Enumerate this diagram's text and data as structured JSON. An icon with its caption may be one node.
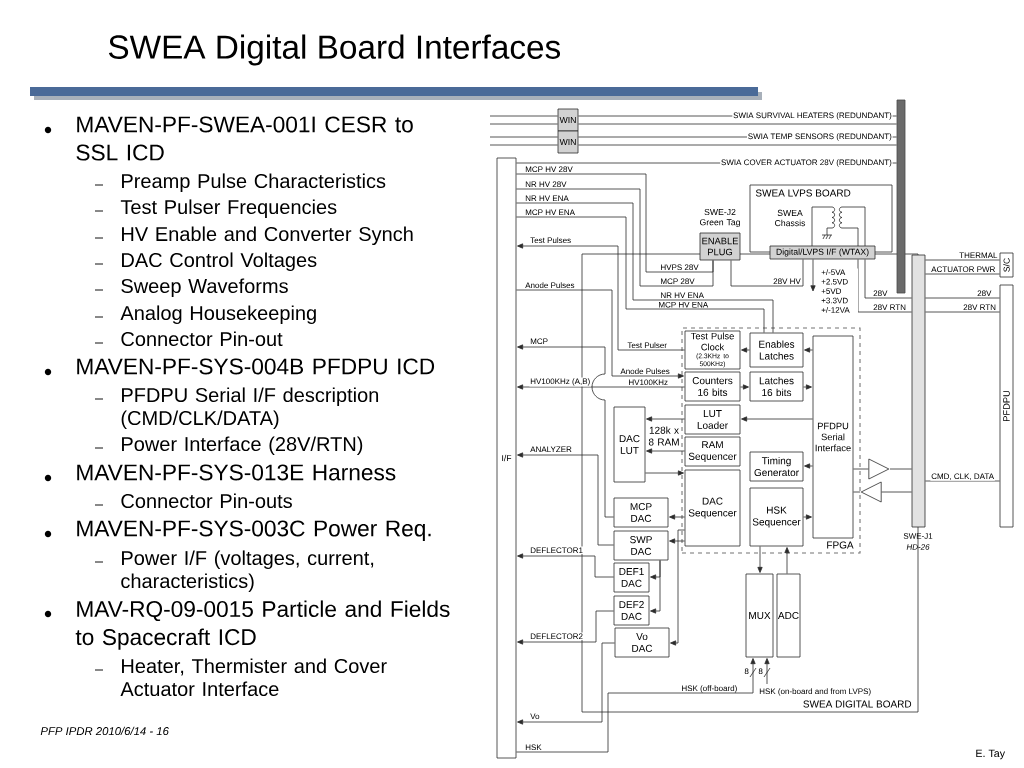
{
  "diagram": {
    "title": "SWEA Digital Board Interfaces",
    "nodes": [
      {
        "text": [
          "I/F"
        ]
      },
      {
        "text": [
          "WIN"
        ]
      },
      {
        "text": [
          "WIN"
        ]
      },
      {
        "text": [],
        "shape": "bar"
      },
      {
        "text": [
          "SWEA LVPS BOARD"
        ]
      },
      {
        "text": [
          "ENABLE PLUG"
        ],
        "beside": [
          "SWE-J2 Green Tag"
        ]
      },
      {
        "text": [
          "Digital/LVPS I/F (WTAX)"
        ]
      },
      {
        "text": [
          "S/C"
        ]
      },
      {
        "text": [],
        "shape": "bar",
        "beside": [
          "SWE-J1",
          "HD-26"
        ]
      },
      {
        "text": [
          "PFDPU"
        ]
      },
      {
        "text": [
          "SWEA DIGITAL BOARD"
        ]
      },
      {
        "text": [
          "FPGA"
        ],
        "in": 10
      },
      {
        "text": [
          "Test Pulse Clock",
          "(2.3KHz to 500KHz)"
        ],
        "in": 11
      },
      {
        "text": [
          "Enables Latches"
        ],
        "in": 11
      },
      {
        "text": [
          "Counters 16 bits"
        ],
        "in": 11
      },
      {
        "text": [
          "Latches 16 bits"
        ],
        "in": 11
      },
      {
        "text": [
          "LUT Loader"
        ],
        "in": 11
      },
      {
        "text": [
          "RAM Sequencer"
        ],
        "in": 11
      },
      {
        "text": [
          "Timing Generator"
        ],
        "in": 11
      },
      {
        "text": [
          "DAC Sequencer"
        ],
        "in": 11
      },
      {
        "text": [
          "HSK Sequencer"
        ],
        "in": 11
      },
      {
        "text": [
          "PFDPU Serial Interface"
        ],
        "in": 11
      },
      {
        "text": [
          "DAC LUT"
        ],
        "in": 10,
        "beside": [
          "128k x 8 RAM"
        ]
      },
      {
        "text": [
          "MCP DAC"
        ],
        "in": 10
      },
      {
        "text": [
          "SWP DAC"
        ],
        "in": 10
      },
      {
        "text": [
          "DEF1 DAC"
        ],
        "in": 10
      },
      {
        "text": [
          "DEF2 DAC"
        ],
        "in": 10
      },
      {
        "text": [
          "Vo DAC"
        ],
        "in": 10
      },
      {
        "text": [
          "MUX"
        ],
        "in": 10
      },
      {
        "text": [
          "ADC"
        ],
        "in": 10
      },
      {
        "text": [],
        "shape": "triangle",
        "in": 10
      },
      {
        "text": [],
        "shape": "triangle",
        "in": 10
      }
    ],
    "edges": [
      {
        "from": null,
        "to": 1,
        "arrow": "none"
      },
      {
        "from": null,
        "to": 1,
        "arrow": "none"
      },
      {
        "from": 1,
        "to": 3,
        "arrow": "none",
        "label": "SWIA SURVIVAL HEATERS (REDUNDANT)"
      },
      {
        "from": 1,
        "to": 3,
        "arrow": "none"
      },
      {
        "from": null,
        "to": 2,
        "arrow": "none"
      },
      {
        "from": null,
        "to": 2,
        "arrow": "none"
      },
      {
        "from": 2,
        "to": 3,
        "arrow": "none",
        "label": "SWIA TEMP SENSORS (REDUNDANT)"
      },
      {
        "from": 2,
        "to": 3,
        "arrow": "none"
      },
      {
        "from": 0,
        "to": 3,
        "arrow": "none",
        "label": "SWIA COVER ACTUATOR 28V (REDUNDANT)"
      },
      {
        "from": 0,
        "to": 5,
        "arrow": "none",
        "label": "MCP HV 28V"
      },
      {
        "from": 0,
        "to": 5,
        "arrow": "none",
        "label": "NR HV 28V"
      },
      {
        "from": 0,
        "to": 13,
        "arrow": "none",
        "label": "NR HV ENA"
      },
      {
        "from": 0,
        "to": 13,
        "arrow": "none",
        "label": "MCP HV ENA"
      },
      {
        "from": 5,
        "to": 6,
        "arrow": "none",
        "label": "28V HV"
      },
      {
        "from": 6,
        "to": null,
        "arrow": "to",
        "label": "+/-5VA +2.5VD +5VD +3.3VD +/-12VA"
      },
      {
        "from": 12,
        "to": 0,
        "arrow": "to",
        "label": "Test Pulses"
      },
      {
        "from": 0,
        "to": 14,
        "arrow": "to",
        "label": "Anode Pulses"
      },
      {
        "from": 23,
        "to": 0,
        "arrow": "to",
        "label": "MCP"
      },
      {
        "from": 14,
        "to": 0,
        "arrow": "to",
        "label": "HV100KHz (A,B)"
      },
      {
        "from": 24,
        "to": 0,
        "arrow": "to",
        "label": "ANALYZER"
      },
      {
        "from": 25,
        "to": 0,
        "arrow": "to",
        "label": "DEFLECTOR1"
      },
      {
        "from": 26,
        "to": 0,
        "arrow": "to",
        "label": "DEFLECTOR2"
      },
      {
        "from": 27,
        "to": 0,
        "arrow": "to",
        "label": "Vo"
      },
      {
        "from": 0,
        "to": 28,
        "arrow": "to",
        "label": "HSK"
      },
      {
        "from": null,
        "to": 28,
        "arrow": "to",
        "label": "HSK (on-board and from LVPS)"
      },
      {
        "from": 21,
        "to": 13,
        "arrow": "to"
      },
      {
        "from": 15,
        "to": 21,
        "arrow": "to"
      },
      {
        "from": 13,
        "to": 12,
        "arrow": "to"
      },
      {
        "from": 14,
        "to": 15,
        "arrow": "to"
      },
      {
        "from": 21,
        "to": 16,
        "arrow": "to"
      },
      {
        "from": 16,
        "to": 22,
        "arrow": "to"
      },
      {
        "from": 17,
        "to": 22,
        "arrow": "to"
      },
      {
        "from": 22,
        "to": 19,
        "arrow": "to"
      },
      {
        "from": 21,
        "to": 18,
        "arrow": "to"
      },
      {
        "from": 20,
        "to": 21,
        "arrow": "to"
      },
      {
        "from": 19,
        "to": 23,
        "arrow": "to"
      },
      {
        "from": 19,
        "to": 24,
        "arrow": "to"
      },
      {
        "from": 24,
        "to": 25,
        "arrow": "to"
      },
      {
        "from": 24,
        "to": 26,
        "arrow": "to"
      },
      {
        "from": 19,
        "to": 27,
        "arrow": "to"
      },
      {
        "from": 20,
        "to": 28,
        "arrow": "to"
      },
      {
        "from": 29,
        "to": 20,
        "arrow": "to"
      },
      {
        "from": 21,
        "to": 30,
        "arrow": "none"
      },
      {
        "from": 30,
        "to": 8,
        "arrow": "none"
      },
      {
        "from": 8,
        "to": 31,
        "arrow": "none"
      },
      {
        "from": 31,
        "to": 21,
        "arrow": "none"
      },
      {
        "from": 8,
        "to": 9,
        "arrow": "none",
        "label": "CMD, CLK, DATA"
      },
      {
        "from": 6,
        "to": 8,
        "arrow": "none",
        "label": "28V"
      },
      {
        "from": 8,
        "to": 9,
        "arrow": "none",
        "label": "28V"
      },
      {
        "from": 6,
        "to": 8,
        "arrow": "none",
        "label": "28V RTN"
      },
      {
        "from": 8,
        "to": 9,
        "arrow": "none",
        "label": "28V RTN"
      },
      {
        "from": 8,
        "to": 7,
        "arrow": "none",
        "label": "THERMAL"
      },
      {
        "from": 8,
        "to": 7,
        "arrow": "none",
        "label": "ACTUATOR PWR"
      }
    ],
    "labels": [
      "MAVEN-PF-SWEA-001I CESR to SSL ICD",
      "Preamp Pulse Characteristics",
      "Test Pulser Frequencies",
      "HV Enable and Converter Synch",
      "DAC Control Voltages",
      "Sweep Waveforms",
      "Analog Housekeeping",
      "Connector Pin-out",
      "MAVEN-PF-SYS-004B PFDPU ICD",
      "PFDPU Serial I/F description (CMD/CLK/DATA)",
      "Power Interface (28V/RTN)",
      "MAVEN-PF-SYS-013E Harness",
      "Connector Pin-outs",
      "MAVEN-PF-SYS-003C Power Req.",
      "Power I/F (voltages, current, characteristics)",
      "MAV-RQ-09-0015 Particle and Fields to Spacecraft ICD",
      "Heater, Thermister and Cover Actuator Interface",
      "PFP IPDR 2010/6/14 - 16",
      "SWEA Chassis",
      "HVPS 28V",
      "MCP 28V",
      "NR HV ENA",
      "MCP HV ENA",
      "Test Pulser",
      "Anode Pulses",
      "HV100KHz",
      "8",
      "8",
      "HSK (off-board)",
      "E. Tay"
    ]
  }
}
